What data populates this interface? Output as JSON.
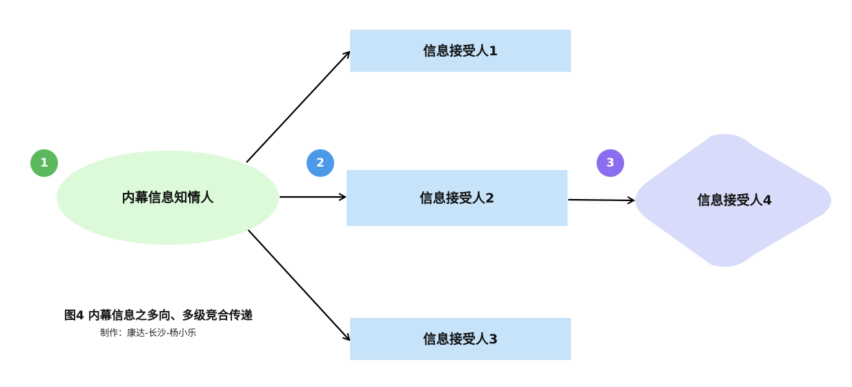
{
  "nodes": {
    "insider": {
      "label": "内幕信息知情人",
      "fill": "#dcfad9"
    },
    "receiver1": {
      "label": "信息接受人1",
      "fill": "#c6e3fa"
    },
    "receiver2": {
      "label": "信息接受人2",
      "fill": "#c6e3fa"
    },
    "receiver3": {
      "label": "信息接受人3",
      "fill": "#c6e3fa"
    },
    "receiver4": {
      "label": "信息接受人4",
      "fill": "#d8dbfa"
    }
  },
  "badges": [
    {
      "label": "1",
      "color": "#5cb85c"
    },
    {
      "label": "2",
      "color": "#4a9ae8"
    },
    {
      "label": "3",
      "color": "#8b6ef0"
    }
  ],
  "caption": {
    "title": "图4 内幕信息之多向、多级竞合传递",
    "credit": "制作：康达-长沙-杨小乐"
  }
}
